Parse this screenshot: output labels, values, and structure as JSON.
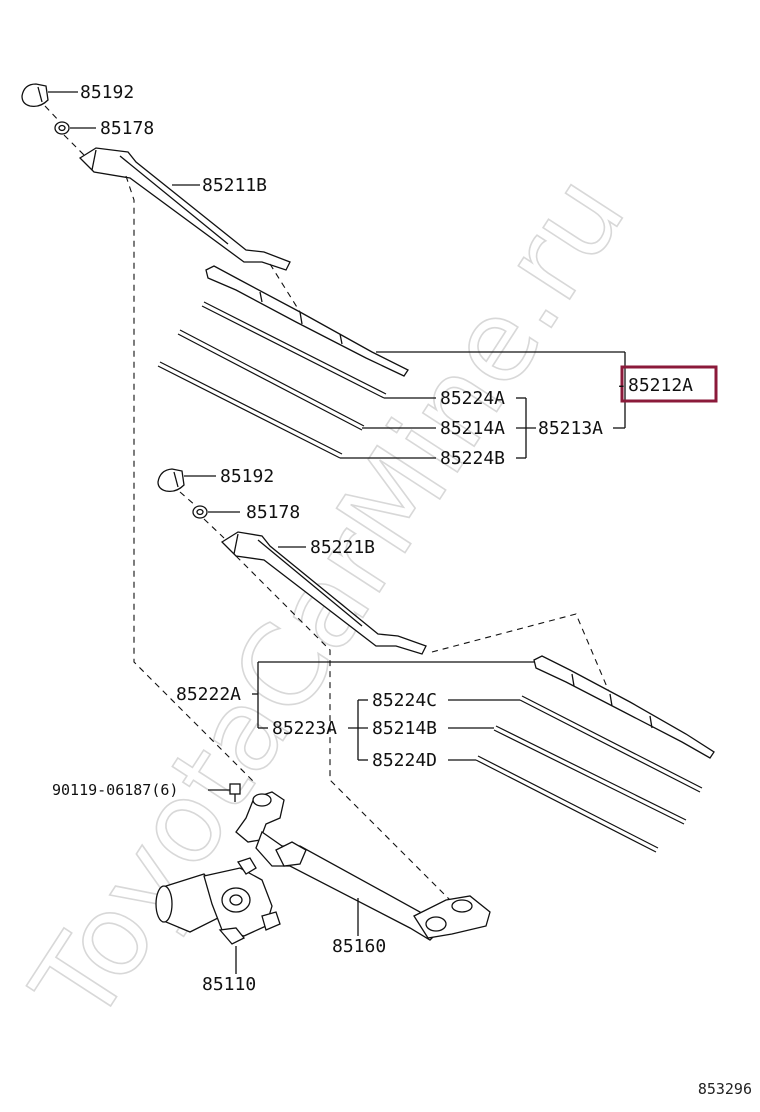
{
  "watermark": "ToyotaCarMine.ru",
  "figure_number": "853296",
  "highlight_color": "#8b1a3a",
  "labels": {
    "p85192_top": "85192",
    "p85178_top": "85178",
    "p85211B": "85211B",
    "p85212A": "85212A",
    "p85224A": "85224A",
    "p85214A": "85214A",
    "p85213A": "85213A",
    "p85224B": "85224B",
    "p85192_mid": "85192",
    "p85178_mid": "85178",
    "p85221B": "85221B",
    "p85222A": "85222A",
    "p85224C": "85224C",
    "p85223A": "85223A",
    "p85214B": "85214B",
    "p85224D": "85224D",
    "p90119": "90119-06187(6)",
    "p85160": "85160",
    "p85110": "85110"
  }
}
